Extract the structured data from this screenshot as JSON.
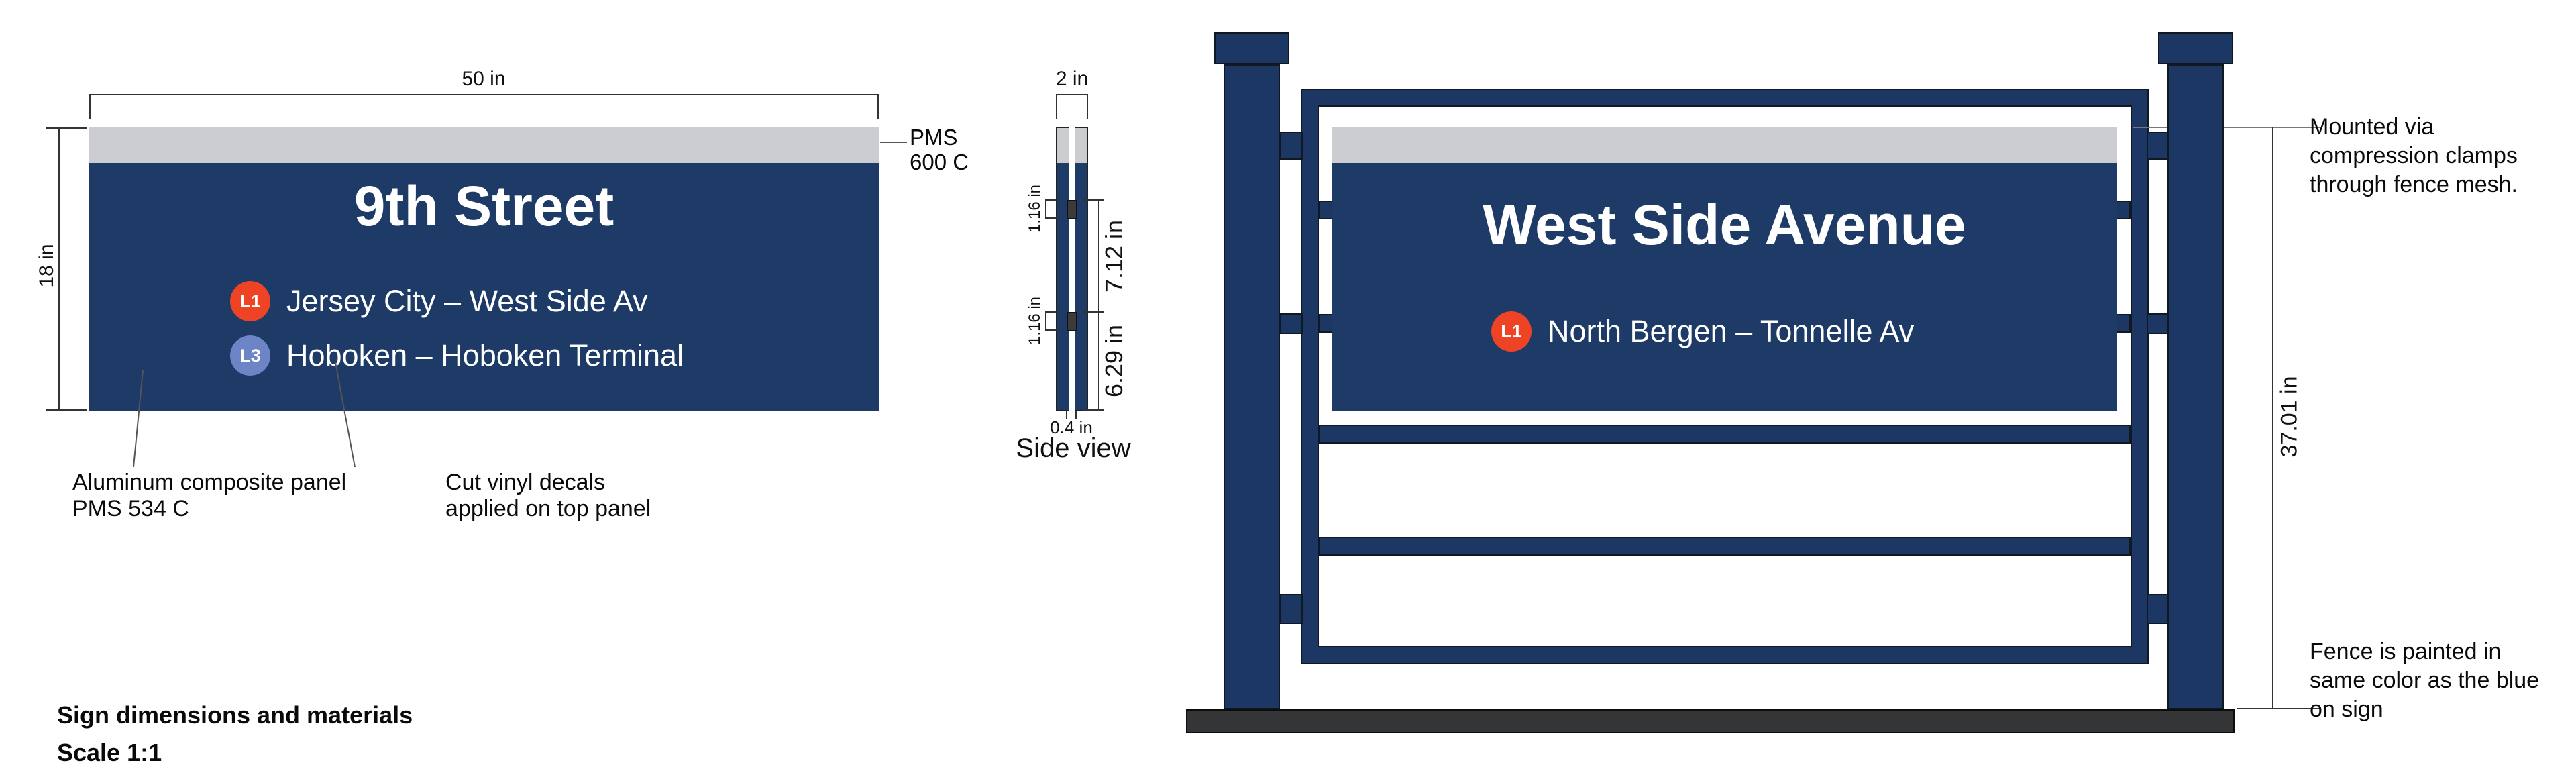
{
  "colors": {
    "sign_navy": "#1e3a66",
    "fence_navy": "#1d3764",
    "strip_gray": "#cbcdd1",
    "l1_red": "#ee4425",
    "l3_blue": "#6d84c6",
    "base_dark": "#333537",
    "clamp_dark": "#3b3b3b"
  },
  "caption": {
    "line1": "Sign dimensions and materials",
    "line2": "Scale 1:1"
  },
  "front_view": {
    "width_dim": "50 in",
    "height_dim": "18 in",
    "strip_callout": {
      "line1": "PMS",
      "line2": "600 C"
    },
    "sign": {
      "title": "9th Street",
      "routes": [
        {
          "bullet": "L1",
          "destination": "Jersey City – West Side Av"
        },
        {
          "bullet": "L3",
          "destination": "Hoboken – Hoboken Terminal"
        }
      ]
    },
    "panel_note": {
      "line1": "Aluminum composite panel",
      "line2": "PMS 534 C"
    },
    "decal_note": {
      "line1": "Cut vinyl decals",
      "line2": "applied on top panel"
    }
  },
  "side_view": {
    "label": "Side view",
    "width_dim": "2 in",
    "clamp_upper_dim": "1.16 in",
    "clamp_lower_dim": "1.16 in",
    "upper_span_dim": "7.12 in",
    "lower_span_dim": "6.29 in",
    "gap_dim": "0.4 in"
  },
  "installed_view": {
    "height_dim": "37.01 in",
    "sign": {
      "title": "West Side Avenue",
      "routes": [
        {
          "bullet": "L1",
          "destination": "North Bergen – Tonnelle Av"
        }
      ]
    },
    "mounting_note": {
      "line1": "Mounted via",
      "line2": "compression clamps",
      "line3": "through fence mesh."
    },
    "fence_note": {
      "line1": "Fence is painted in",
      "line2": "same color as the blue",
      "line3": "on sign"
    }
  }
}
